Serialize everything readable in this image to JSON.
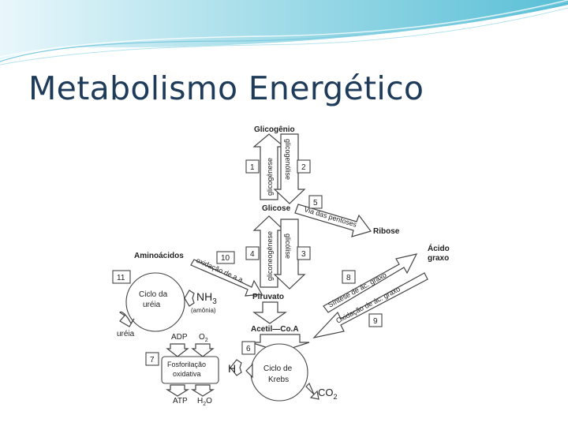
{
  "slide": {
    "title": "Metabolismo Energético"
  },
  "diagram": {
    "nodes": {
      "glicogenio": "Glicogênio",
      "glicose": "Glicose",
      "ribose": "Ribose",
      "aminoacidos": "Aminoácidos",
      "piruvato": "Piruvato",
      "acido_graxo_1": "Ácido",
      "acido_graxo_2": "graxo",
      "acetil_coa": "Acetil—Co.A",
      "ureia": "uréia",
      "ciclo_ureia_1": "Ciclo da",
      "ciclo_ureia_2": "uréia",
      "nh3": "NH",
      "nh3_sub": "3",
      "amonia": "(amônia)",
      "adp": "ADP",
      "o2": "O",
      "o2_sub": "2",
      "fosforilacao_1": "Fosforilação",
      "fosforilacao_2": "oxidativa",
      "atp": "ATP",
      "h2o": "H",
      "h2o_sub": "2",
      "h2o_end": "O",
      "h": "H",
      "krebs_1": "Ciclo de",
      "krebs_2": "Krebs",
      "co2": "CO",
      "co2_sub": "2"
    },
    "pathways": {
      "glicogenese": "glicogênese",
      "glicogenolise": "glicogenólise",
      "via_pentoses": "Via das pentoses",
      "gliconeogenese": "gliconeogênese",
      "glicolise": "glicólise",
      "oxidacao_aa": "oxidação de a.a.",
      "sintese_ag": "Síntese de ác. graxo",
      "oxidacao_ag": "Oxidação de ác. graxo"
    },
    "steps": [
      "1",
      "2",
      "5",
      "4",
      "3",
      "10",
      "11",
      "8",
      "9",
      "6",
      "7"
    ]
  }
}
